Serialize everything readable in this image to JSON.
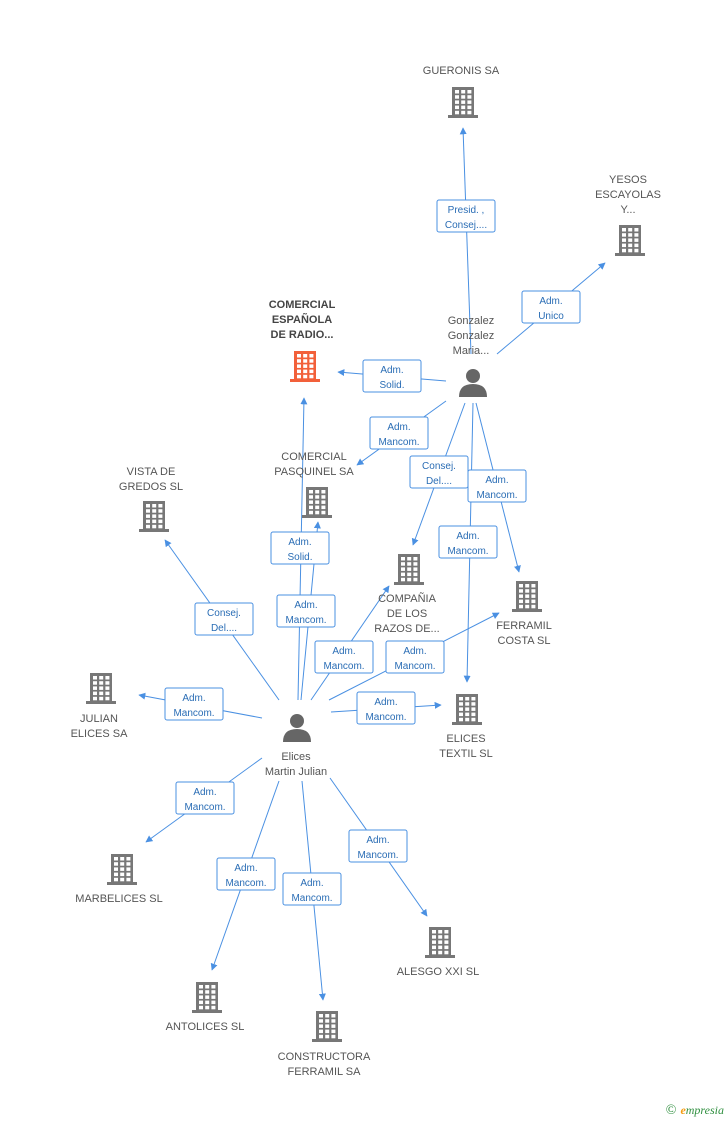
{
  "colors": {
    "edge": "#4a90e2",
    "edge_text": "#2a6db5",
    "building": "#777777",
    "building_main": "#f2603a",
    "person": "#666666",
    "label": "#555555"
  },
  "nodes": [
    {
      "id": "gueronis",
      "kind": "company",
      "lines": [
        "GUERONIS SA"
      ]
    },
    {
      "id": "yesos",
      "kind": "company",
      "lines": [
        "YESOS",
        "ESCAYOLAS",
        "Y..."
      ]
    },
    {
      "id": "comercial",
      "kind": "company-main",
      "lines": [
        "COMERCIAL",
        "ESPAÑOLA",
        "DE RADIO..."
      ]
    },
    {
      "id": "gonzalez",
      "kind": "person",
      "lines": [
        "Gonzalez",
        "Gonzalez",
        "Maria..."
      ]
    },
    {
      "id": "pasquinel",
      "kind": "company",
      "lines": [
        "COMERCIAL",
        "PASQUINEL SA"
      ]
    },
    {
      "id": "vista",
      "kind": "company",
      "lines": [
        "VISTA DE",
        "GREDOS SL"
      ]
    },
    {
      "id": "compania",
      "kind": "company",
      "lines": [
        "COMPAÑIA",
        "DE LOS",
        "RAZOS DE..."
      ]
    },
    {
      "id": "ferramil_costa",
      "kind": "company",
      "lines": [
        "FERRAMIL",
        "COSTA SL"
      ]
    },
    {
      "id": "julian",
      "kind": "company",
      "lines": [
        "JULIAN",
        "ELICES SA"
      ]
    },
    {
      "id": "elices_textil",
      "kind": "company",
      "lines": [
        "ELICES",
        "TEXTIL SL"
      ]
    },
    {
      "id": "elices",
      "kind": "person",
      "lines": [
        "Elices",
        "Martin Julian"
      ]
    },
    {
      "id": "marbelices",
      "kind": "company",
      "lines": [
        "MARBELICES  SL"
      ]
    },
    {
      "id": "alesgo",
      "kind": "company",
      "lines": [
        "ALESGO XXI  SL"
      ]
    },
    {
      "id": "antolices",
      "kind": "company",
      "lines": [
        "ANTOLICES SL"
      ]
    },
    {
      "id": "constructora",
      "kind": "company",
      "lines": [
        "CONSTRUCTORA",
        "FERRAMIL SA"
      ]
    }
  ],
  "edges": [
    {
      "from": "gonzalez",
      "to": "gueronis",
      "lines": [
        "Presid. ,",
        "Consej...."
      ]
    },
    {
      "from": "gonzalez",
      "to": "yesos",
      "lines": [
        "Adm.",
        "Unico"
      ]
    },
    {
      "from": "gonzalez",
      "to": "comercial",
      "lines": [
        "Adm.",
        "Solid."
      ]
    },
    {
      "from": "gonzalez",
      "to": "pasquinel",
      "lines": [
        "Adm.",
        "Mancom."
      ]
    },
    {
      "from": "gonzalez",
      "to": "compania",
      "lines": [
        "Consej.",
        "Del...."
      ]
    },
    {
      "from": "gonzalez",
      "to": "ferramil_costa",
      "lines": [
        "Adm.",
        "Mancom."
      ]
    },
    {
      "from": "gonzalez",
      "to": "elices_textil",
      "lines": [
        "Adm.",
        "Mancom."
      ]
    },
    {
      "from": "elices",
      "to": "comercial",
      "lines": [
        "Adm.",
        "Solid."
      ]
    },
    {
      "from": "elices",
      "to": "pasquinel",
      "lines": [
        "Adm.",
        "Mancom."
      ]
    },
    {
      "from": "elices",
      "to": "vista",
      "lines": [
        "Consej.",
        "Del...."
      ]
    },
    {
      "from": "elices",
      "to": "compania",
      "lines": [
        "Adm.",
        "Mancom."
      ]
    },
    {
      "from": "elices",
      "to": "ferramil_costa",
      "lines": [
        "Adm.",
        "Mancom."
      ]
    },
    {
      "from": "elices",
      "to": "julian",
      "lines": [
        "Adm.",
        "Mancom."
      ]
    },
    {
      "from": "elices",
      "to": "elices_textil",
      "lines": [
        "Adm.",
        "Mancom."
      ]
    },
    {
      "from": "elices",
      "to": "marbelices",
      "lines": [
        "Adm.",
        "Mancom."
      ]
    },
    {
      "from": "elices",
      "to": "alesgo",
      "lines": [
        "Adm.",
        "Mancom."
      ]
    },
    {
      "from": "elices",
      "to": "antolices",
      "lines": [
        "Adm.",
        "Mancom."
      ]
    },
    {
      "from": "elices",
      "to": "constructora",
      "lines": [
        "Adm.",
        "Mancom."
      ]
    }
  ],
  "brand": {
    "copyright": "©",
    "first": "e",
    "rest": "mpresia"
  }
}
